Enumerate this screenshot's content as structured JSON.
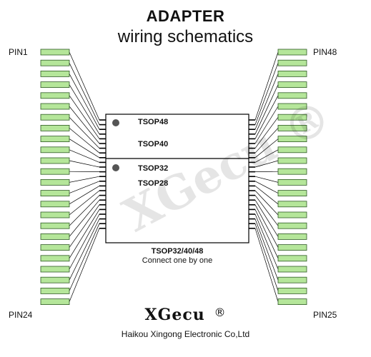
{
  "title": "ADAPTER",
  "subtitle": "wiring schematics",
  "pins": {
    "top_left": "PIN1",
    "top_right": "PIN48",
    "bottom_left": "PIN24",
    "bottom_right": "PIN25"
  },
  "packages": {
    "top": [
      "TSOP48",
      "TSOP40"
    ],
    "bottom": [
      "TSOP32",
      "TSOP28"
    ]
  },
  "caption": {
    "line1": "TSOP32/40/48",
    "line2": "Connect one by one"
  },
  "brand": "XGecu",
  "brand_mark": "®",
  "company": "Haikou Xingong Electronic Co,Ltd",
  "watermark": "XGecu ®",
  "colors": {
    "pad_fill": "#b5e69a",
    "pad_stroke": "#2f5a25",
    "line": "#000000",
    "dot": "#555555"
  }
}
